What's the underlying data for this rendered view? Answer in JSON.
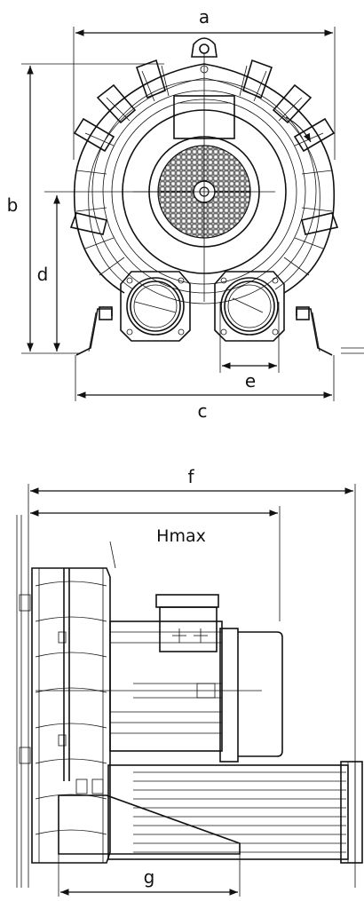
{
  "front_view": {
    "labels": {
      "a": "a",
      "b": "b",
      "c": "c",
      "d": "d",
      "e": "e"
    }
  },
  "side_view": {
    "labels": {
      "f": "f",
      "hmax": "Hmax",
      "g": "g"
    }
  }
}
